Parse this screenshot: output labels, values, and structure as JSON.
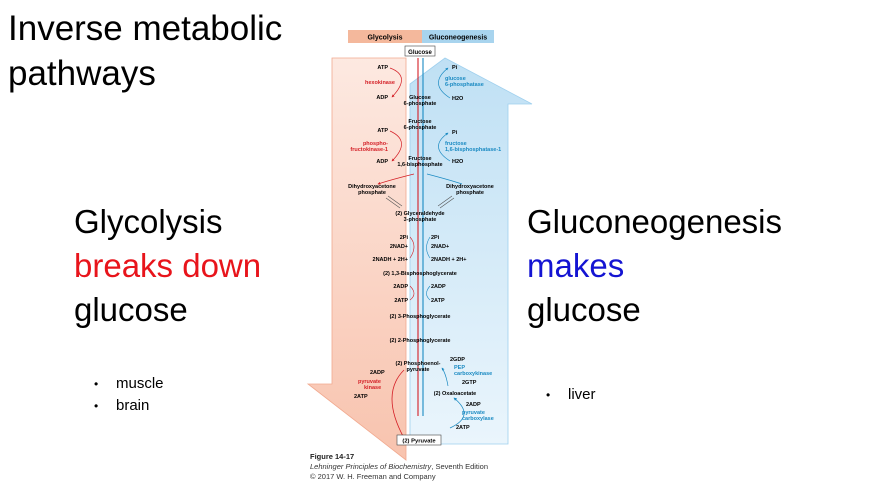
{
  "slide": {
    "title": "Inverse metabolic pathways",
    "left": {
      "line1": "Glycolysis",
      "line2": "breaks down",
      "line3": "glucose",
      "bullets": [
        "muscle",
        "brain"
      ]
    },
    "right": {
      "line1": "Gluconeogenesis",
      "line2": "makes",
      "line3": "glucose",
      "bullets": [
        "liver"
      ]
    }
  },
  "figure": {
    "header_left": "Glycolysis",
    "header_right": "Gluconeogenesis",
    "glucose": "Glucose",
    "atp1": "ATP",
    "hexokinase": "hexokinase",
    "adp1": "ADP",
    "g6p_1": "Glucose",
    "g6p_2": "6-phosphate",
    "pi1": "Pi",
    "g6pase_1": "glucose",
    "g6pase_2": "6-phosphatase",
    "h2o1": "H2O",
    "f6p_1": "Fructose",
    "f6p_2": "6-phosphate",
    "atp2": "ATP",
    "pfk_1": "phospho-",
    "pfk_2": "fructokinase-1",
    "adp2": "ADP",
    "f16bp_1": "Fructose",
    "f16bp_2": "1,6-bisphosphate",
    "pi2": "Pi",
    "fbpase_1": "fructose",
    "fbpase_2": "1,6-bisphosphatase-1",
    "h2o2": "H2O",
    "dhap_l1": "Dihydroxyacetone",
    "dhap_l2": "phosphate",
    "dhap_r1": "Dihydroxyacetone",
    "dhap_r2": "phosphate",
    "gap_1": "(2) Glyceraldehyde",
    "gap_2": "3-phosphate",
    "pi_l": "2Pi",
    "nad_l": "2NAD+",
    "nadh_l": "2NADH + 2H+",
    "pi_r": "2Pi",
    "nad_r": "2NAD+",
    "nadh_r": "2NADH + 2H+",
    "bpg": "(2) 1,3-Bisphosphoglycerate",
    "adp3_l": "2ADP",
    "atp3_l": "2ATP",
    "adp3_r": "2ADP",
    "atp3_r": "2ATP",
    "pg3": "(2) 3-Phosphoglycerate",
    "pg2": "(2) 2-Phosphoglycerate",
    "pep_1": "(2) Phosphoenol-",
    "pep_2": "pyruvate",
    "gdp": "2GDP",
    "pepck_1": "PEP",
    "pepck_2": "carboxykinase",
    "gtp": "2GTP",
    "adp4": "2ADP",
    "pk_1": "pyruvate",
    "pk_2": "kinase",
    "atp4": "2ATP",
    "oaa": "(2) Oxaloacetate",
    "adp5": "2ADP",
    "pc_1": "pyruvate",
    "pc_2": "carboxylase",
    "atp5": "2ATP",
    "pyruvate": "(2) Pyruvate"
  },
  "caption": {
    "figure_number": "Figure 14-17",
    "book": "Lehninger Principles of Biochemistry",
    "edition": ", Seventh Edition",
    "copyright": "© 2017 W. H. Freeman and Company"
  },
  "colors": {
    "glycolysis_red": "#e8141b",
    "gluconeogenesis_blue": "#1414d2",
    "enzyme_red": "#d41f26",
    "enzyme_blue": "#1a8ac2",
    "header_salmon": "#f4b89c",
    "header_sky": "#a8d4ee"
  }
}
